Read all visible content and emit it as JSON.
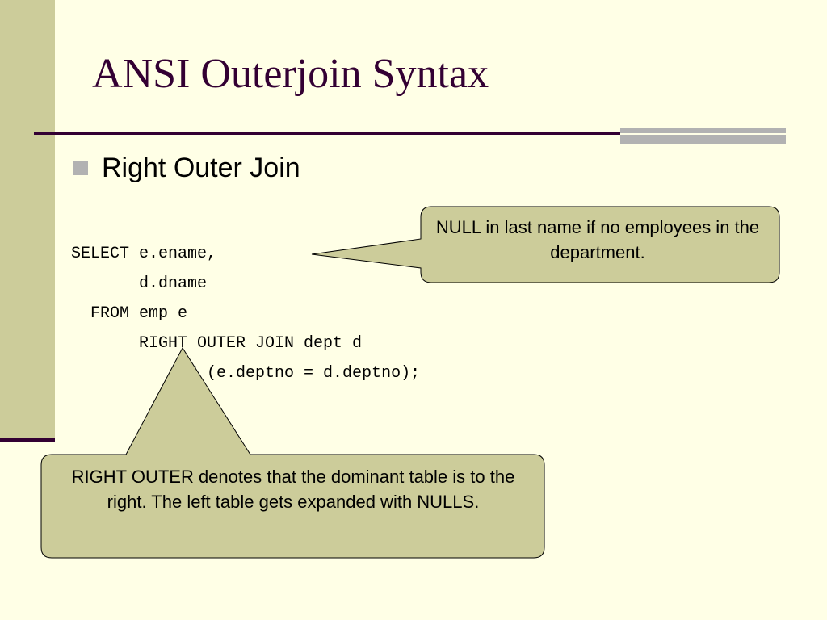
{
  "slide": {
    "title": "ANSI Outerjoin Syntax",
    "bullet": "Right Outer Join",
    "code_lines": [
      "SELECT e.ename,",
      "       d.dname",
      "  FROM emp e",
      "       RIGHT OUTER JOIN dept d",
      "           ON (e.deptno = d.deptno);"
    ],
    "callouts": [
      {
        "text": "NULL in last name if no employees in the department."
      },
      {
        "text": "RIGHT OUTER denotes that the dominant table is to the right.  The left table gets expanded with NULLS."
      }
    ]
  },
  "colors": {
    "background": "#ffffe6",
    "accent_band": "#cccc9a",
    "title_text": "#330033",
    "callout_fill": "#cccc9a",
    "bullet_gray": "#b2b2b2"
  }
}
